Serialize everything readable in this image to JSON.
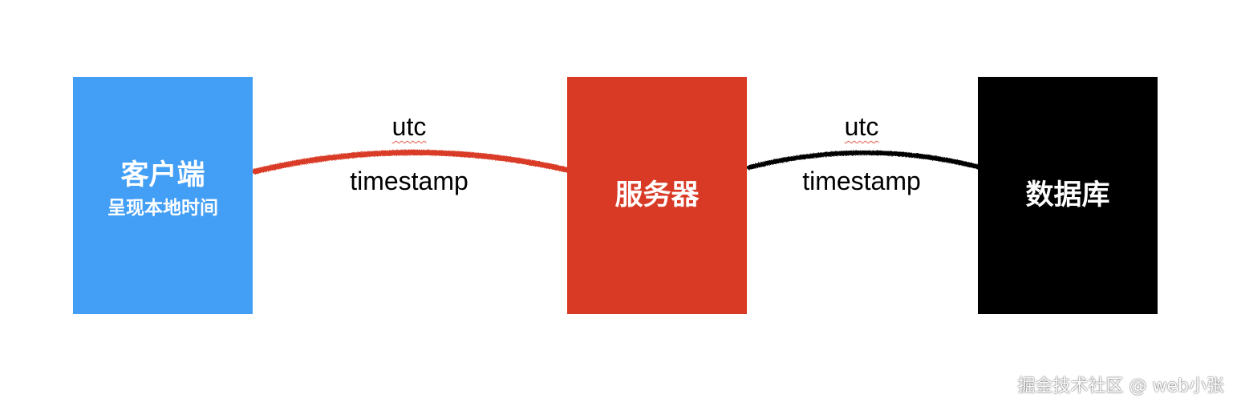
{
  "nodes": {
    "client": {
      "title": "客户端",
      "subtitle": "呈现本地时间",
      "color": "#439ff5"
    },
    "server": {
      "title": "服务器",
      "color": "#d93a26"
    },
    "database": {
      "title": "数据库",
      "color": "#000000"
    }
  },
  "links": {
    "client_server": {
      "label_top": "utc",
      "label_bottom": "timestamp",
      "color": "#d93a26"
    },
    "server_database": {
      "label_top": "utc",
      "label_bottom": "timestamp",
      "color": "#000000"
    }
  },
  "watermark": "掘金技术社区 @ web小张"
}
